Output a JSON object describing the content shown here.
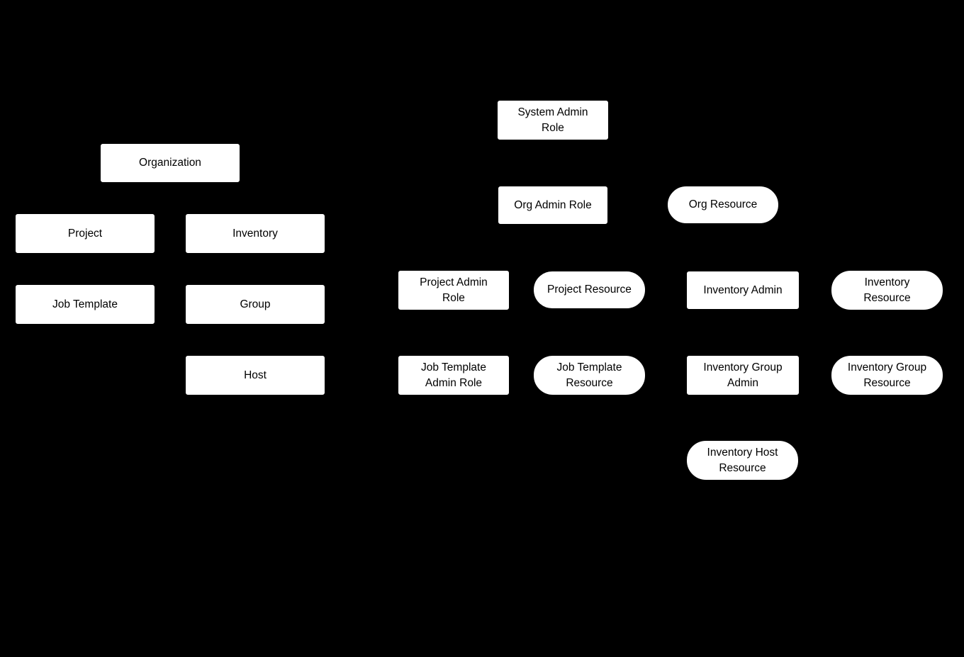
{
  "canvas": {
    "background_color": "#000000",
    "node_fill_color": "#ffffff",
    "node_text_color": "#000000"
  },
  "diagram": {
    "description": "RBAC hierarchy diagram with organization object tree and role/resource mapping",
    "shape_legend": {
      "rect": "object or role node",
      "stadium": "resource node"
    }
  },
  "nodes": [
    {
      "id": "organization",
      "label": "Organization",
      "shape": "rect"
    },
    {
      "id": "project",
      "label": "Project",
      "shape": "rect"
    },
    {
      "id": "inventory",
      "label": "Inventory",
      "shape": "rect"
    },
    {
      "id": "job-template",
      "label": "Job Template",
      "shape": "rect"
    },
    {
      "id": "group",
      "label": "Group",
      "shape": "rect"
    },
    {
      "id": "host",
      "label": "Host",
      "shape": "rect"
    },
    {
      "id": "system-admin-role",
      "label": "System Admin\nRole",
      "shape": "rect"
    },
    {
      "id": "org-admin-role",
      "label": "Org Admin Role",
      "shape": "rect"
    },
    {
      "id": "org-resource",
      "label": "Org Resource",
      "shape": "stadium"
    },
    {
      "id": "project-admin-role",
      "label": "Project Admin\nRole",
      "shape": "rect"
    },
    {
      "id": "project-resource",
      "label": "Project Resource",
      "shape": "stadium"
    },
    {
      "id": "inventory-admin",
      "label": "Inventory Admin",
      "shape": "rect"
    },
    {
      "id": "inventory-resource",
      "label": "Inventory\nResource",
      "shape": "stadium"
    },
    {
      "id": "job-template-admin-role",
      "label": "Job Template\nAdmin Role",
      "shape": "rect"
    },
    {
      "id": "job-template-resource",
      "label": "Job Template\nResource",
      "shape": "stadium"
    },
    {
      "id": "inventory-group-admin",
      "label": "Inventory Group\nAdmin",
      "shape": "rect"
    },
    {
      "id": "inventory-group-resource",
      "label": "Inventory Group\nResource",
      "shape": "stadium"
    },
    {
      "id": "inventory-host-resource",
      "label": "Inventory Host\nResource",
      "shape": "stadium"
    }
  ]
}
